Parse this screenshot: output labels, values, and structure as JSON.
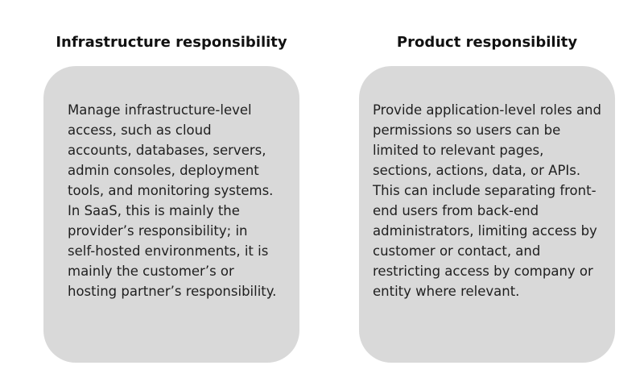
{
  "colors": {
    "card_background": "#d9d9d9",
    "heading_text": "#111111",
    "body_text": "#1f1f1f"
  },
  "columns": [
    {
      "heading": "Infrastructure responsibility",
      "text": "Manage infrastructure-level access, such as cloud accounts, databases, servers, admin consoles, deployment tools, and monitoring systems. In SaaS, this is mainly the provider’s responsibility; in self-hosted environments, it is mainly the customer’s or hosting partner’s responsibility."
    },
    {
      "heading": "Product responsibility",
      "text": "Provide application-level roles and permissions so users can be limited to relevant pages, sections, actions, data, or APIs. This can include separating front-end users from back-end administrators, limiting access by customer or contact, and restricting access by company or entity where relevant."
    }
  ]
}
